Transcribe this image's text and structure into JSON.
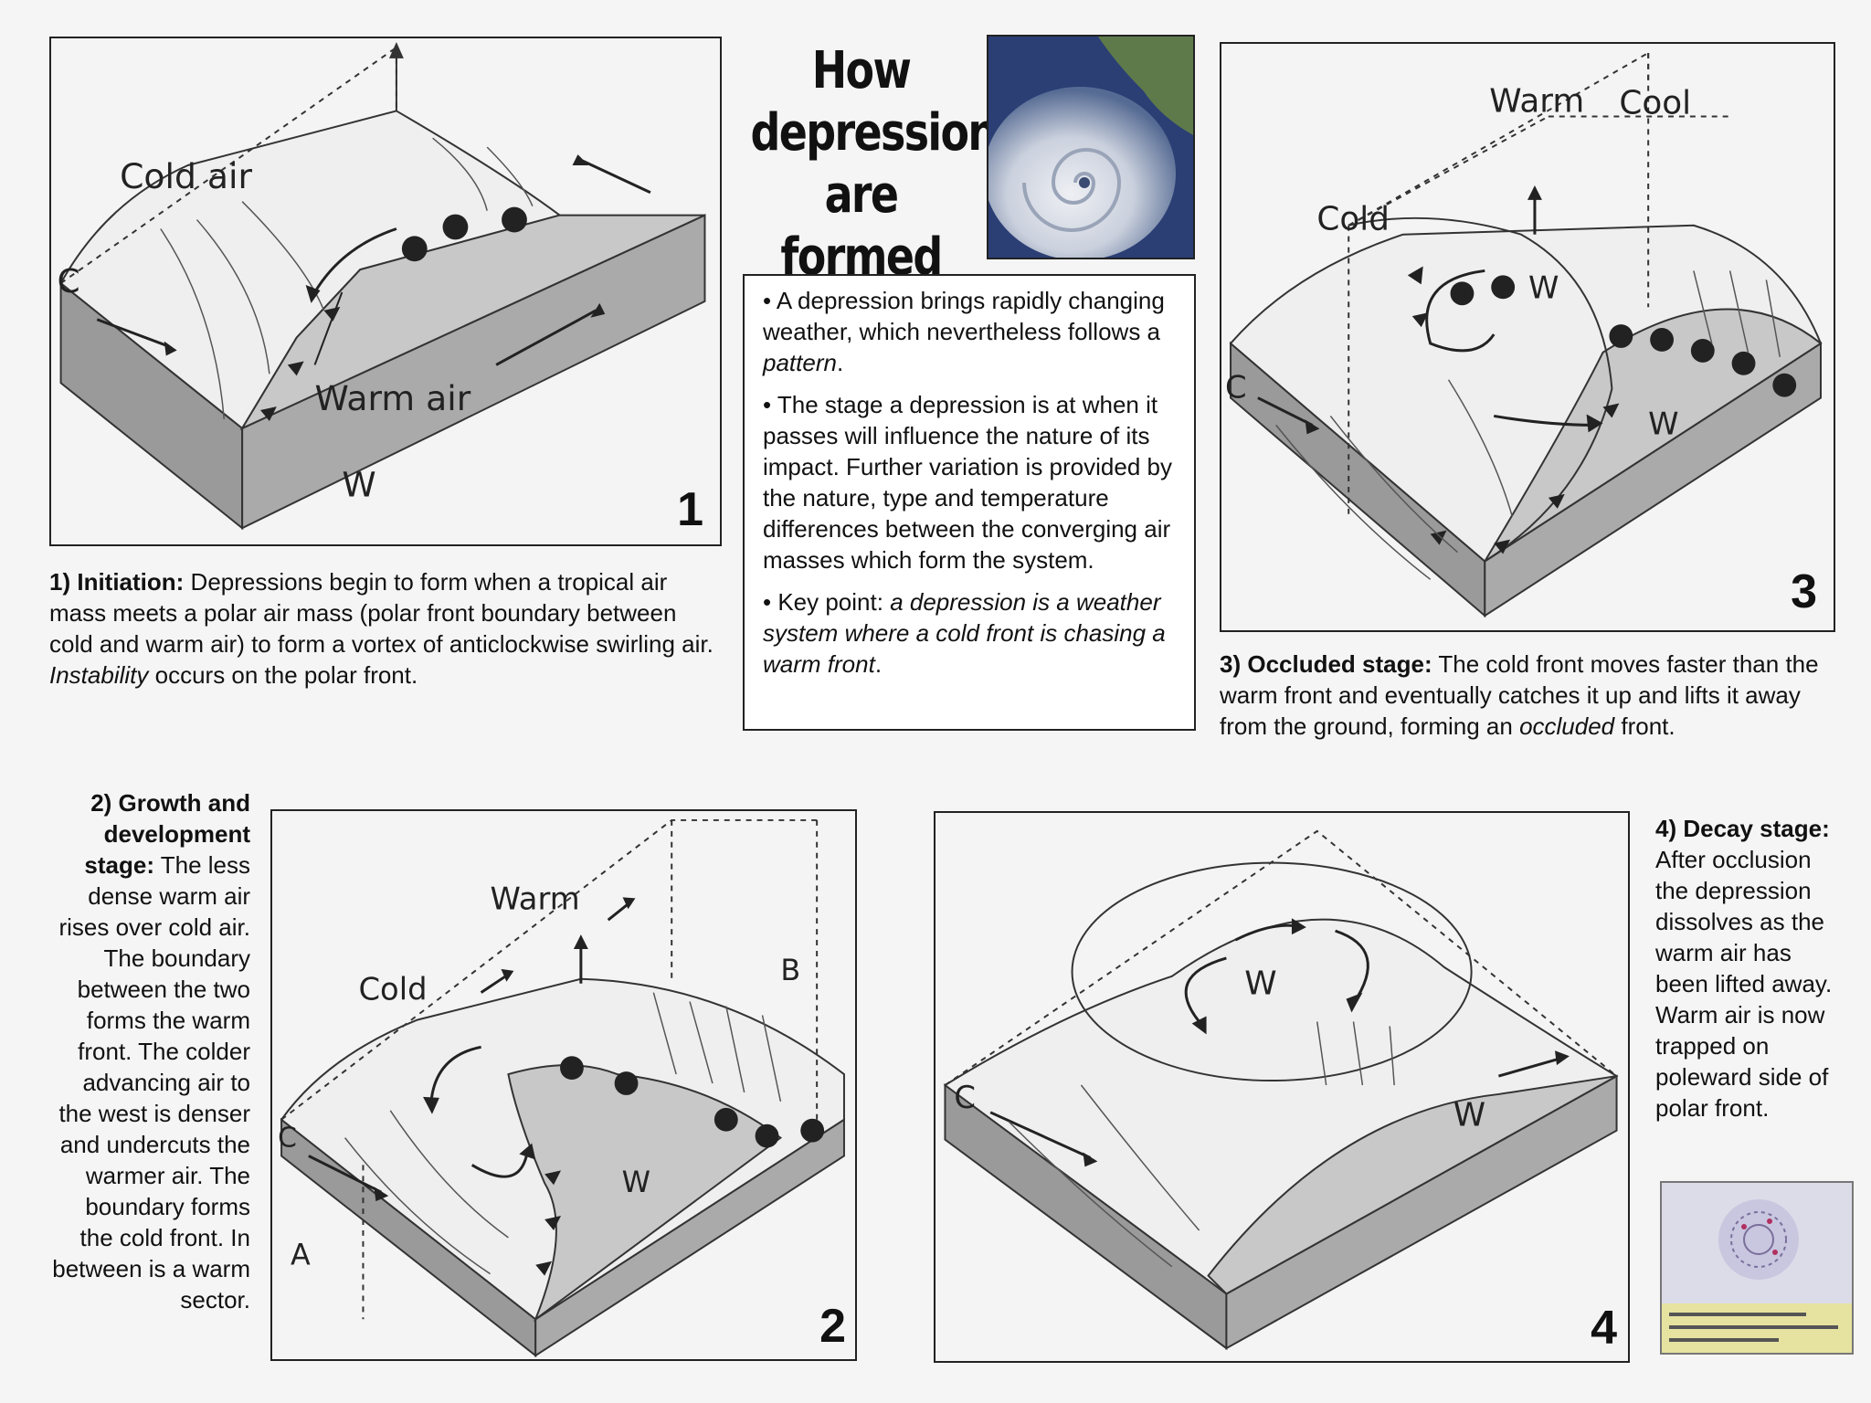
{
  "title": [
    "How",
    "depressions",
    "are formed"
  ],
  "info": {
    "bullet1_prefix": "• A depression brings rapidly changing weather, which nevertheless follows a ",
    "bullet1_em": "pattern",
    "bullet1_suffix": ".",
    "bullet2": "• The stage a depression is at when it passes will influence the nature of its impact. Further variation is provided by the nature, type and temperature differences between the converging air masses which form the system.",
    "bullet3_prefix": "• Key point: ",
    "bullet3_em": "a depression is a weather system where a cold front is chasing a warm front",
    "bullet3_suffix": "."
  },
  "stages": [
    {
      "number": "1",
      "labels": {
        "cold_air": "Cold air",
        "warm_air": "Warm air",
        "w": "W",
        "c": "C"
      },
      "caption_head": "1) Initiation:",
      "caption_a": " Depressions begin to form when a tropical air mass meets a polar air mass (polar front boundary between cold and warm air) to form a vortex of anticlockwise swirling air. ",
      "caption_em": "Instability",
      "caption_b": " occurs on the polar front."
    },
    {
      "number": "2",
      "labels": {
        "warm": "Warm",
        "cold": "Cold",
        "b": "B",
        "a": "A",
        "w": "W",
        "c": "C"
      },
      "caption_head": "2) Growth and development stage:",
      "caption_a": " The less dense warm air rises over cold air. The boundary between the two forms the warm front. The colder advancing air to the west is denser and undercuts the warmer air. The boundary forms the cold front. In between is a warm sector."
    },
    {
      "number": "3",
      "labels": {
        "warm": "Warm",
        "cool": "Cool",
        "cold": "Cold",
        "w": "W",
        "c": "C"
      },
      "caption_head": "3) Occluded stage:",
      "caption_a": " The cold front moves faster than the warm front and eventually catches it up and lifts it away from the ground, forming an ",
      "caption_em": "occluded",
      "caption_b": " front."
    },
    {
      "number": "4",
      "labels": {
        "w": "W",
        "c": "C"
      },
      "caption_head": "4) Decay stage:",
      "caption_a": " After occlusion the depression dissolves as the warm air has been lifted away. Warm air is now trapped on poleward side of polar front."
    }
  ],
  "colors": {
    "warm_sector": "#c8c8c8",
    "block_side": "#9a9a9a",
    "line": "#333333"
  }
}
